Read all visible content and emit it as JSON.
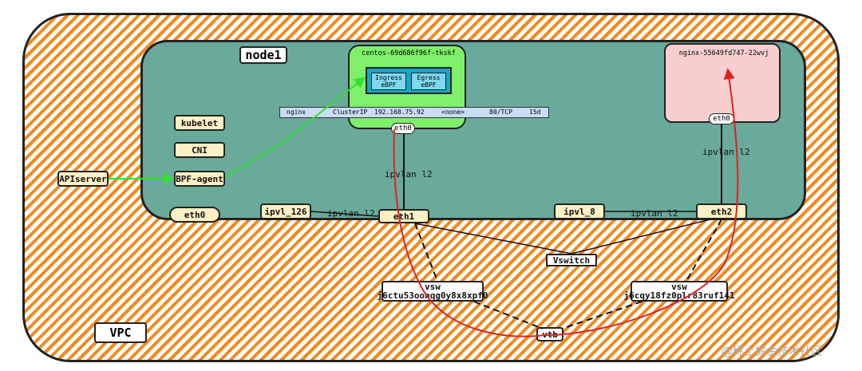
{
  "vpc_label": "VPC",
  "node": {
    "title": "node1"
  },
  "components": {
    "kubelet": "kubelet",
    "cni": "CNI",
    "bpf_agent": "BPF-agent",
    "apiserver": "APIserver",
    "eth0_node": "eth0"
  },
  "pod_centos": {
    "name": "centos-69d686f96f-tkskf",
    "ingress": "Ingress eBPF",
    "egress": "Egress eBPF",
    "eth0": "eth0"
  },
  "pod_nginx": {
    "name": "nginx-55649fd747-22wvj",
    "eth0": "eth0"
  },
  "service": {
    "name": "nginx",
    "type": "ClusterIP",
    "cluster_ip": "192.168.75.92",
    "external_ip": "<none>",
    "ports": "80/TCP",
    "age": "15d"
  },
  "interfaces": {
    "ipvl_126": "ipvl_126",
    "ipvl_8": "ipvl_8",
    "eth1": "eth1",
    "eth2": "eth2"
  },
  "link_labels": {
    "ipvlan_pod1": "ipvlan l2",
    "ipvlan_pod2": "ipvlan l2",
    "ipvlan_h1": "ipvlan l2",
    "ipvlan_h2": "ipvlan l2"
  },
  "network": {
    "vswitch": "Vswitch",
    "vsw1_title": "vsw",
    "vsw1_id": "j6ctu53oonqg0y8x8xpf0",
    "vsw2_title": "vsw",
    "vsw2_id": "j6cqy18fz0plr83ruf141",
    "vtb": "vtb"
  },
  "watermark": "@稀土掘金技术社区",
  "colors": {
    "vpc_hatch": "#f28a1e",
    "node_fill": "#6aaa9b",
    "pod_centos_fill": "#7ef06a",
    "pod_nginx_fill": "#f7cfcf",
    "ebpf_fill": "#7fd8f0",
    "component_fill": "#fdf0c4",
    "service_fill": "#c8dcf4",
    "traffic_path": "#e02020",
    "control_arrow": "#33e033"
  }
}
